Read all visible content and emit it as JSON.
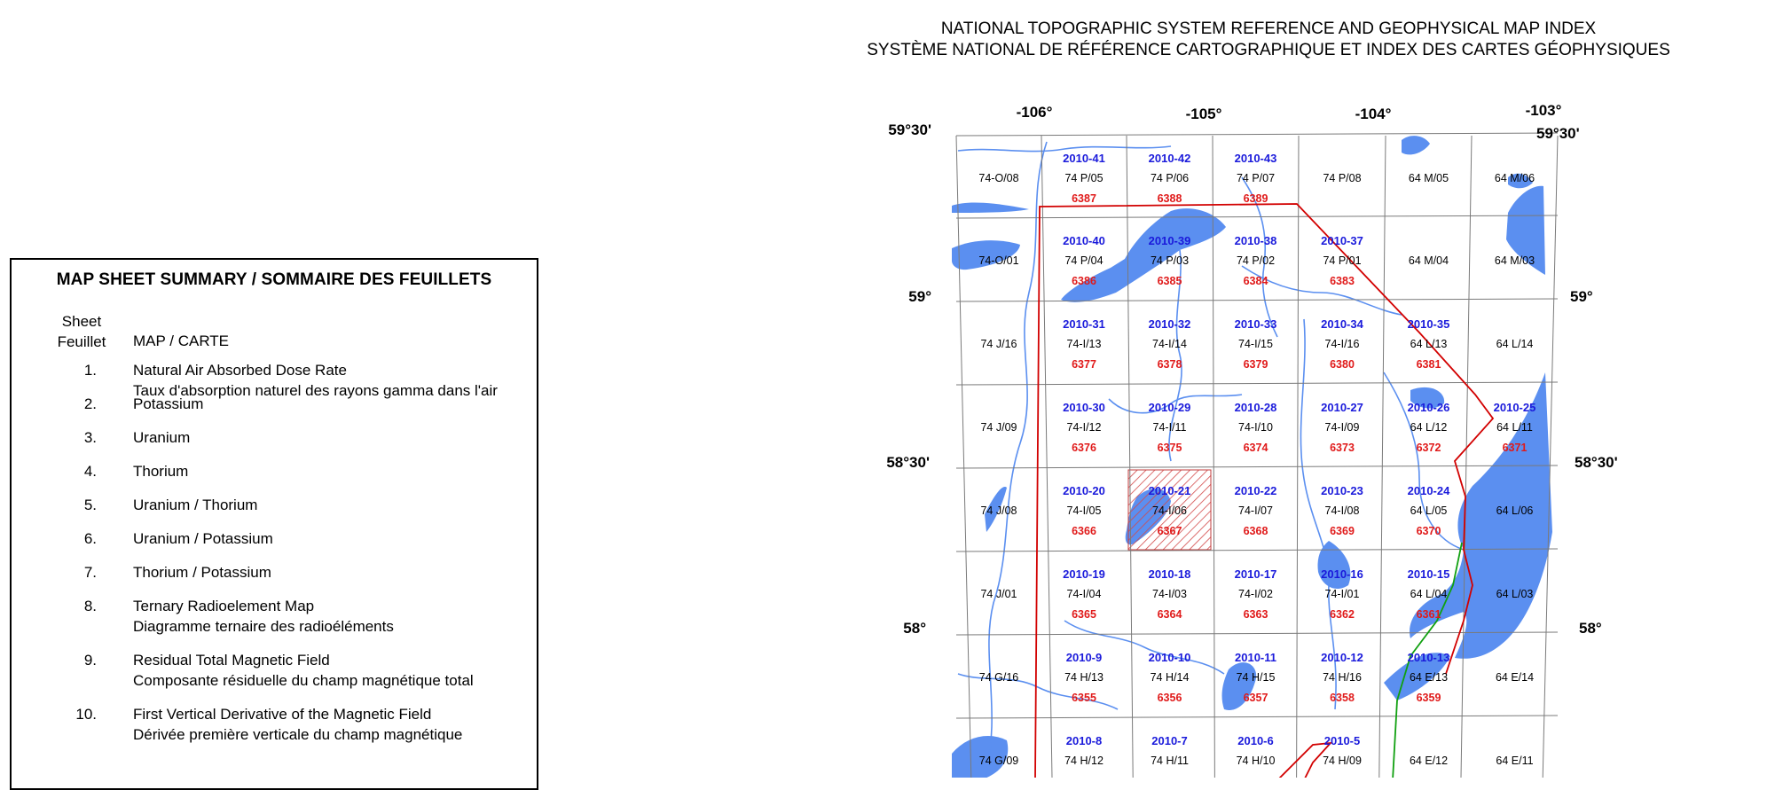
{
  "colors": {
    "water": "#5b8ff0",
    "nts_blue": "#1a1adb",
    "ref_red": "#e01a1a",
    "boundary_red": "#d20000",
    "boundary_green": "#10a010",
    "grid": "#7a7a7a"
  },
  "summary": {
    "title": "MAP SHEET SUMMARY / SOMMAIRE DES FEUILLETS",
    "col_sheet_1": "Sheet",
    "col_sheet_2": "Feuillet",
    "col_map": "MAP / CARTE",
    "rows": [
      {
        "num": "1.",
        "en": "Natural Air Absorbed Dose Rate",
        "fr": "Taux d'absorption naturel des rayons gamma dans l'air"
      },
      {
        "num": "2.",
        "en": "Potassium",
        "fr": ""
      },
      {
        "num": "3.",
        "en": "Uranium",
        "fr": ""
      },
      {
        "num": "4.",
        "en": "Thorium",
        "fr": ""
      },
      {
        "num": "5.",
        "en": "Uranium / Thorium",
        "fr": ""
      },
      {
        "num": "6.",
        "en": "Uranium / Potassium",
        "fr": ""
      },
      {
        "num": "7.",
        "en": "Thorium / Potassium",
        "fr": ""
      },
      {
        "num": "8.",
        "en": "Ternary Radioelement Map",
        "fr": "Diagramme ternaire des radioéléments"
      },
      {
        "num": "9.",
        "en": "Residual Total Magnetic Field",
        "fr": "Composante résiduelle du champ magnétique total"
      },
      {
        "num": "10.",
        "en": "First Vertical Derivative of the Magnetic Field",
        "fr": "Dérivée première verticale du champ magnétique"
      }
    ]
  },
  "map": {
    "title_en": "NATIONAL TOPOGRAPHIC SYSTEM REFERENCE AND GEOPHYSICAL MAP INDEX",
    "title_fr": "SYSTÈME NATIONAL DE RÉFÉRENCE CARTOGRAPHIQUE ET INDEX DES CARTES GÉOPHYSIQUES",
    "lon_labels": [
      "-106°",
      "-105°",
      "-104°",
      "-103°"
    ],
    "lat_labels_left": [
      "59°30'",
      "59°",
      "58°30'",
      "58°"
    ],
    "lat_labels_right": [
      "59°30'",
      "59°",
      "58°30'",
      "58°"
    ],
    "highlighted_sheet": "2010-21",
    "rows": [
      [
        {
          "nts": "74-O/08"
        },
        {
          "id": "2010-41",
          "nts": "74 P/05",
          "ref": "6387"
        },
        {
          "id": "2010-42",
          "nts": "74 P/06",
          "ref": "6388"
        },
        {
          "id": "2010-43",
          "nts": "74 P/07",
          "ref": "6389"
        },
        {
          "nts": "74 P/08"
        },
        {
          "nts": "64 M/05"
        },
        {
          "nts": "64 M/06"
        }
      ],
      [
        {
          "nts": "74-O/01"
        },
        {
          "id": "2010-40",
          "nts": "74 P/04",
          "ref": "6386"
        },
        {
          "id": "2010-39",
          "nts": "74 P/03",
          "ref": "6385"
        },
        {
          "id": "2010-38",
          "nts": "74 P/02",
          "ref": "6384"
        },
        {
          "id": "2010-37",
          "nts": "74 P/01",
          "ref": "6383"
        },
        {
          "nts": "64 M/04"
        },
        {
          "nts": "64 M/03"
        }
      ],
      [
        {
          "nts": "74 J/16"
        },
        {
          "id": "2010-31",
          "nts": "74-I/13",
          "ref": "6377"
        },
        {
          "id": "2010-32",
          "nts": "74-I/14",
          "ref": "6378"
        },
        {
          "id": "2010-33",
          "nts": "74-I/15",
          "ref": "6379"
        },
        {
          "id": "2010-34",
          "nts": "74-I/16",
          "ref": "6380"
        },
        {
          "id": "2010-35",
          "nts": "64 L/13",
          "ref": "6381"
        },
        {
          "nts": "64 L/14"
        }
      ],
      [
        {
          "nts": "74 J/09"
        },
        {
          "id": "2010-30",
          "nts": "74-I/12",
          "ref": "6376"
        },
        {
          "id": "2010-29",
          "nts": "74-I/11",
          "ref": "6375"
        },
        {
          "id": "2010-28",
          "nts": "74-I/10",
          "ref": "6374"
        },
        {
          "id": "2010-27",
          "nts": "74-I/09",
          "ref": "6373"
        },
        {
          "id": "2010-26",
          "nts": "64 L/12",
          "ref": "6372"
        },
        {
          "id": "2010-25",
          "nts": "64 L/11",
          "ref": "6371"
        }
      ],
      [
        {
          "nts": "74 J/08"
        },
        {
          "id": "2010-20",
          "nts": "74-I/05",
          "ref": "6366"
        },
        {
          "id": "2010-21",
          "nts": "74-I/06",
          "ref": "6367"
        },
        {
          "id": "2010-22",
          "nts": "74-I/07",
          "ref": "6368"
        },
        {
          "id": "2010-23",
          "nts": "74-I/08",
          "ref": "6369"
        },
        {
          "id": "2010-24",
          "nts": "64 L/05",
          "ref": "6370"
        },
        {
          "nts": "64 L/06"
        }
      ],
      [
        {
          "nts": "74 J/01"
        },
        {
          "id": "2010-19",
          "nts": "74-I/04",
          "ref": "6365"
        },
        {
          "id": "2010-18",
          "nts": "74-I/03",
          "ref": "6364"
        },
        {
          "id": "2010-17",
          "nts": "74-I/02",
          "ref": "6363"
        },
        {
          "id": "2010-16",
          "nts": "74-I/01",
          "ref": "6362"
        },
        {
          "id": "2010-15",
          "nts": "64 L/04",
          "ref": "6361"
        },
        {
          "nts": "64 L/03"
        }
      ],
      [
        {
          "nts": "74 G/16"
        },
        {
          "id": "2010-9",
          "nts": "74 H/13",
          "ref": "6355"
        },
        {
          "id": "2010-10",
          "nts": "74 H/14",
          "ref": "6356"
        },
        {
          "id": "2010-11",
          "nts": "74 H/15",
          "ref": "6357"
        },
        {
          "id": "2010-12",
          "nts": "74 H/16",
          "ref": "6358"
        },
        {
          "id": "2010-13",
          "nts": "64 E/13",
          "ref": "6359"
        },
        {
          "nts": "64 E/14"
        }
      ],
      [
        {
          "nts": "74 G/09"
        },
        {
          "id": "2010-8",
          "nts": "74 H/12"
        },
        {
          "id": "2010-7",
          "nts": "74 H/11"
        },
        {
          "id": "2010-6",
          "nts": "74 H/10"
        },
        {
          "id": "2010-5",
          "nts": "74 H/09"
        },
        {
          "nts": "64 E/12"
        },
        {
          "nts": "64 E/11"
        }
      ]
    ]
  }
}
